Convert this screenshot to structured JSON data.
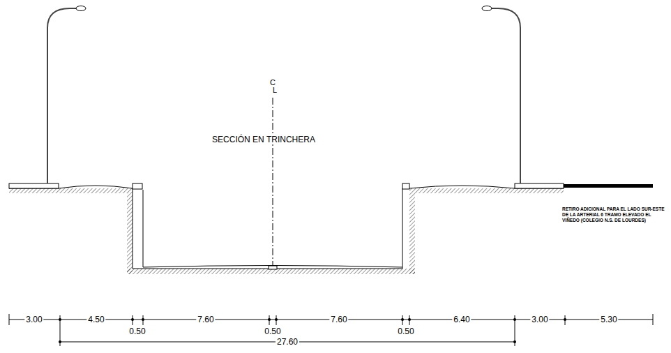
{
  "diagram": {
    "labels": [
      "C",
      "L",
      "SECCIÓN EN TRINCHERA",
      "RETIRO ADICIONAL PARA EL LADO SUR-ESTE DE LA ARTERIAL 6 TRAMO ELEVADO EL VIÑEDO (COLEGIO N.S. DE LOURDES)",
      "3.00",
      "4.50",
      "0.50",
      "7.60",
      "0.50",
      "7.60",
      "0.50",
      "6.40",
      "3.00",
      "5.30",
      "27.60"
    ]
  }
}
